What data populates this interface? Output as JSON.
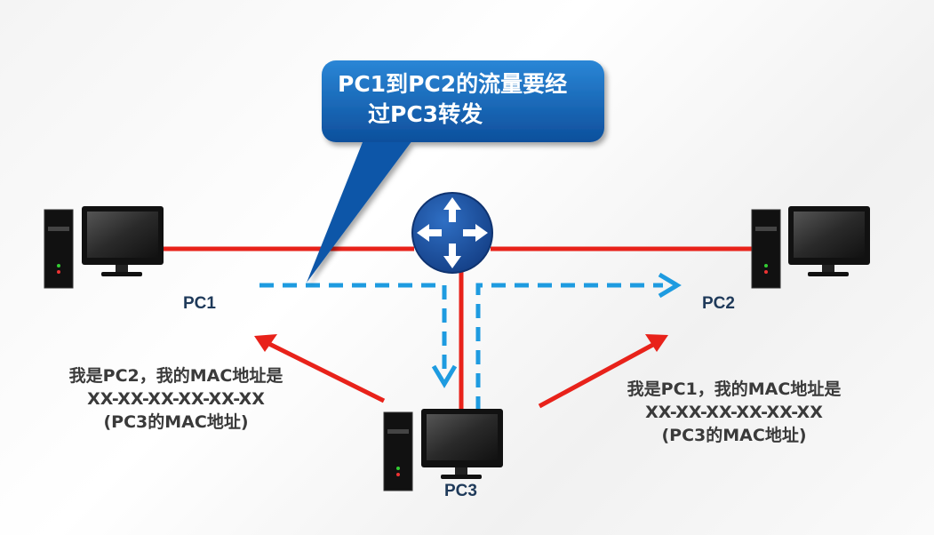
{
  "callout": {
    "line1": "PC1到PC2的流量要经",
    "line2": "过PC3转发"
  },
  "nodes": {
    "pc1": "PC1",
    "pc2": "PC2",
    "pc3": "PC3"
  },
  "claims": {
    "left": {
      "line1": "我是PC2，我的MAC地址是",
      "line2": "XX-XX-XX-XX-XX-XX",
      "line3": "(PC3的MAC地址)"
    },
    "right": {
      "line1": "我是PC1，我的MAC地址是",
      "line2": "XX-XX-XX-XX-XX-XX",
      "line3": "(PC3的MAC地址)"
    }
  },
  "colors": {
    "link": "#e8221a",
    "flow": "#1e9be0",
    "callout": "#1566b8",
    "router": "#1a4f9e"
  }
}
